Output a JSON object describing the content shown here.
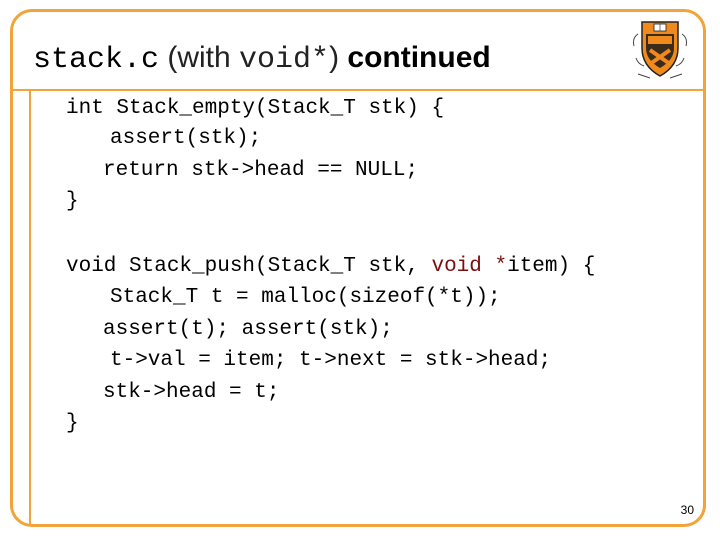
{
  "slide": {
    "title": {
      "part1": "stack.c",
      "part2": " (with ",
      "part3": "void*",
      "part4": ") ",
      "part5": "continued"
    },
    "logo_icon": "princeton-shield-icon",
    "page_number": "30",
    "accent_color": "#f2a33a",
    "keyword_color": "#7a1010"
  },
  "code": {
    "line1": "int Stack_empty(Stack_T stk) {",
    "line2": "assert(stk);",
    "line3": "return stk->head == NULL;",
    "line4": "}",
    "line5": "void Stack_push(Stack_T stk, ",
    "line5_kw": "void *",
    "line5_end": "item) {",
    "line6": "Stack_T t = malloc(sizeof(*t));",
    "line7": "assert(t); assert(stk);",
    "line8": "t->val = item; t->next = stk->head;",
    "line9": "stk->head = t;",
    "line10": "}"
  }
}
